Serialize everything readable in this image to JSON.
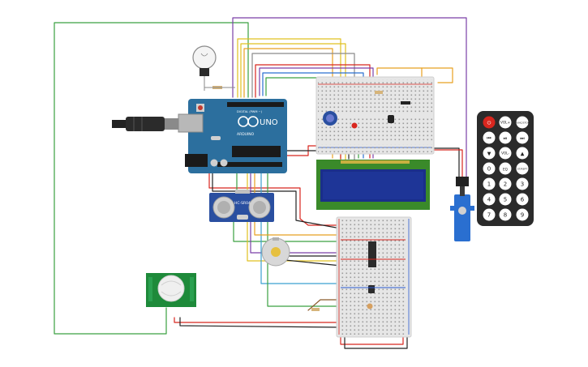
{
  "arduino": {
    "logo_text": "UNO",
    "brand_text": "ARDUINO",
    "digital_header": "DIGITAL (PWM ~)"
  },
  "ultrasonic": {
    "label": "HC-SR04"
  },
  "remote": {
    "buttons": [
      {
        "id": "power",
        "label": ""
      },
      {
        "id": "vol-plus",
        "label": "VOL+"
      },
      {
        "id": "func-stop",
        "label": "FUNC/STOP"
      },
      {
        "id": "prev",
        "label": ""
      },
      {
        "id": "play-pause",
        "label": ""
      },
      {
        "id": "next",
        "label": ""
      },
      {
        "id": "down",
        "label": ""
      },
      {
        "id": "vol-minus",
        "label": "VOL-"
      },
      {
        "id": "up",
        "label": ""
      },
      {
        "id": "zero",
        "label": "0"
      },
      {
        "id": "eq",
        "label": "EQ"
      },
      {
        "id": "st-rept",
        "label": "ST/REPT"
      },
      {
        "id": "one",
        "label": "1"
      },
      {
        "id": "two",
        "label": "2"
      },
      {
        "id": "three",
        "label": "3"
      },
      {
        "id": "four",
        "label": "4"
      },
      {
        "id": "five",
        "label": "5"
      },
      {
        "id": "six",
        "label": "6"
      },
      {
        "id": "seven",
        "label": "7"
      },
      {
        "id": "eight",
        "label": "8"
      },
      {
        "id": "nine",
        "label": "9"
      }
    ]
  },
  "colors": {
    "arduino_blue": "#2c6f9e",
    "lcd_screen": "#1a2e8a",
    "lcd_pcb": "#3a8a2a",
    "remote_body": "#2b2b2b",
    "power_button": "#d8261e",
    "sensor_blue": "#2a4fa0",
    "pir_green": "#1e8a3a"
  }
}
